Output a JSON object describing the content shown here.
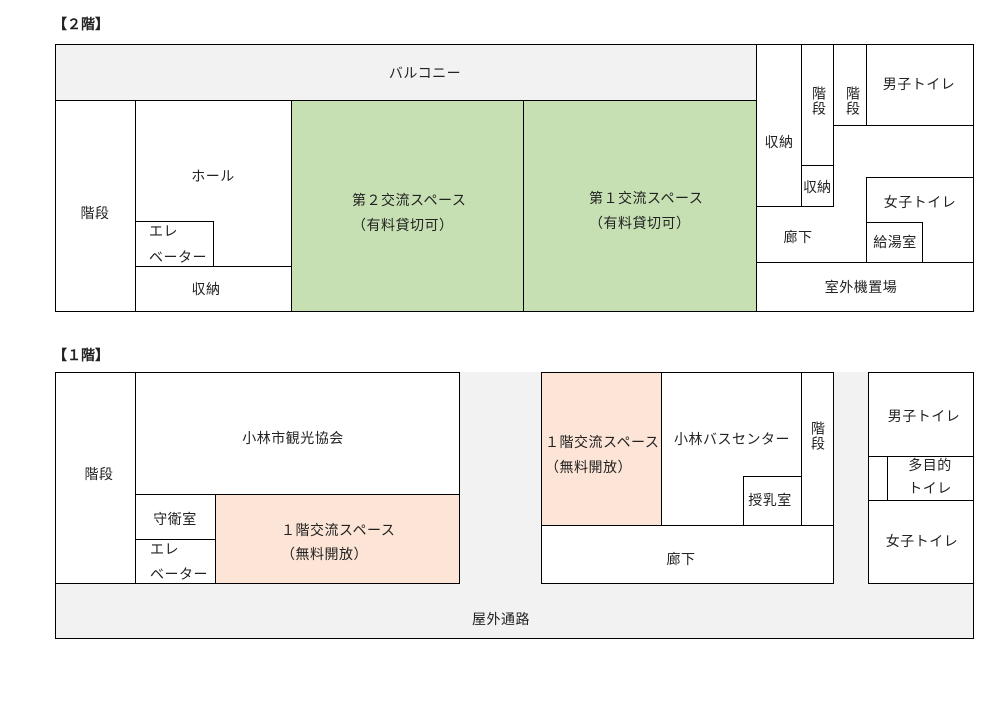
{
  "floor2": {
    "label": "【２階】",
    "balcony": "バルコニー",
    "stairs_left": "階段",
    "hall": "ホール",
    "elevator": [
      "エレ",
      "ベーター"
    ],
    "storage_left": "収納",
    "space2": [
      "第２交流スペース",
      "（有料貸切可）"
    ],
    "space1": [
      "第１交流スペース",
      "（有料貸切可）"
    ],
    "storage_right": "収納",
    "stairs_a": "階段",
    "storage_small": "収納",
    "stairs_b": "階段",
    "mens_toilet": "男子トイレ",
    "womens_toilet": "女子トイレ",
    "kitchenette": "給湯室",
    "corridor": "廊下",
    "outdoor_unit_area": "室外機置場"
  },
  "floor1": {
    "label": "【１階】",
    "stairs_left": "階段",
    "tourism_association": "小林市観光協会",
    "guard_room": "守衛室",
    "elevator": [
      "エレ",
      "ベーター"
    ],
    "exchange_space_left": [
      "１階交流スペース",
      "（無料開放）"
    ],
    "exchange_space_mid": [
      "１階交流スペース",
      "（無料開放）"
    ],
    "bus_center": "小林バスセンター",
    "nursing_room": "授乳室",
    "stairs_right": "階段",
    "corridor": "廊下",
    "mens_toilet": "男子トイレ",
    "multipurpose_toilet": [
      "多目的",
      "トイレ"
    ],
    "womens_toilet": "女子トイレ",
    "outdoor_passage": "屋外通路"
  },
  "colors": {
    "rental_space": "#c6e0b4",
    "free_space": "#fce4d6",
    "outdoor": "#f2f2f2",
    "border": "#000000",
    "text": "#222222"
  }
}
